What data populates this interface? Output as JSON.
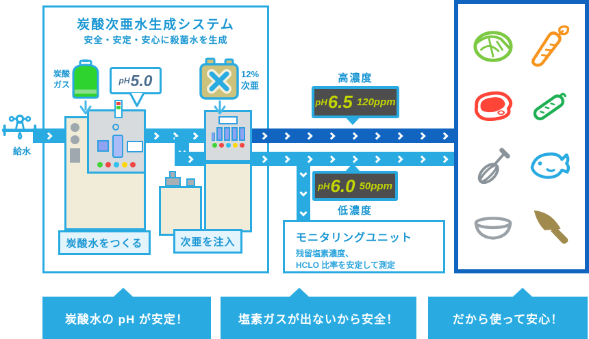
{
  "colors": {
    "primary_blue": "#29abe2",
    "dark_blue": "#1165c0",
    "label_blue": "#1795d2",
    "display_bg": "#4d4d4d",
    "display_text": "#c3d600",
    "machine_cream": "#f0ecd8",
    "panel_gray": "#d7dbde"
  },
  "generator": {
    "title": "炭酸次亜水生成システム",
    "subtitle": "安全・安定・安心に殺菌水を生成",
    "water_supply": "給水",
    "co2_label_line1": "炭酸",
    "co2_label_line2": "ガス",
    "ph_bubble": {
      "prefix": "pH",
      "value": "5.0"
    },
    "hypo_label_line1": "12%",
    "hypo_label_line2": "次亜",
    "machine1_caption": "炭酸水をつくる",
    "machine2_caption": "次亜を注入"
  },
  "outputs": {
    "high": {
      "label": "高濃度",
      "ph_prefix": "pH",
      "ph_value": "6.5",
      "ppm": "120ppm"
    },
    "low": {
      "label": "低濃度",
      "ph_prefix": "pH",
      "ph_value": "6.0",
      "ppm": "50ppm"
    }
  },
  "monitoring": {
    "title": "モニタリングユニット",
    "desc_line1": "残留塩素濃度、",
    "desc_line2": "HCLO 比率を安定して測定"
  },
  "usage_panel": {
    "icons": [
      "cabbage-icon",
      "carrot-icon",
      "meat-icon",
      "cucumber-icon",
      "whisk-icon",
      "fish-icon",
      "bowl-icon",
      "knife-icon"
    ]
  },
  "callouts": [
    {
      "text": "炭酸水の pH が安定！"
    },
    {
      "text": "塩素ガスが出ないから安全！"
    },
    {
      "text": "だから使って安心！"
    }
  ]
}
